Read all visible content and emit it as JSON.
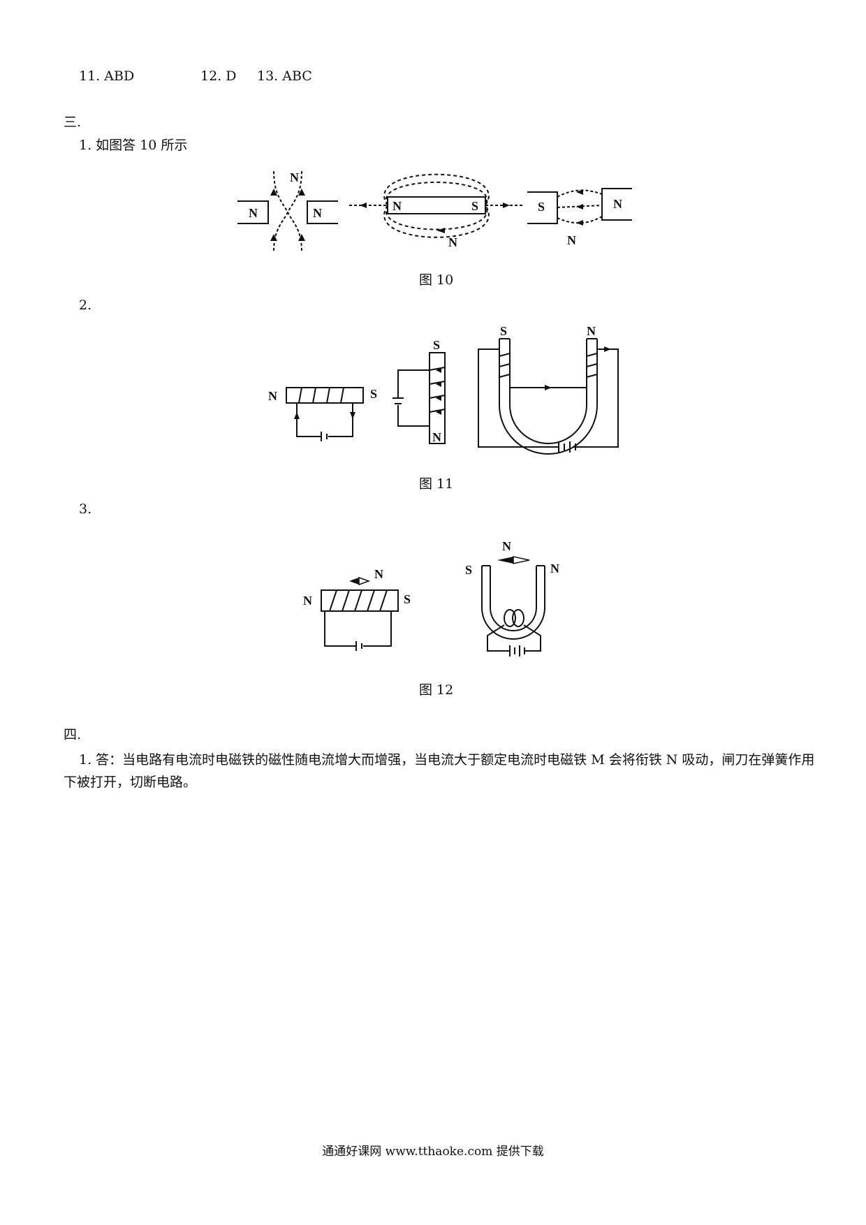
{
  "answers": {
    "a11": "11. ABD",
    "a12": "12. D",
    "a13": "13. ABC"
  },
  "section3": {
    "heading": "三.",
    "item1": "1. 如图答 10 所示",
    "fig10_caption": "图 10",
    "item2": "2.",
    "fig11_caption": "图 11",
    "item3": "3.",
    "fig12_caption": "图 12"
  },
  "section4": {
    "heading": "四.",
    "item1": "1. 答：当电路有电流时电磁铁的磁性随电流增大而增强，当电流大于额定电流时电磁铁 M 会将衔铁 N 吸动，闸刀在弹簧作用下被打开，切断电路。"
  },
  "labels": {
    "N": "N",
    "S": "S"
  },
  "footer": "通通好课网  www.tthaoke.com  提供下载"
}
